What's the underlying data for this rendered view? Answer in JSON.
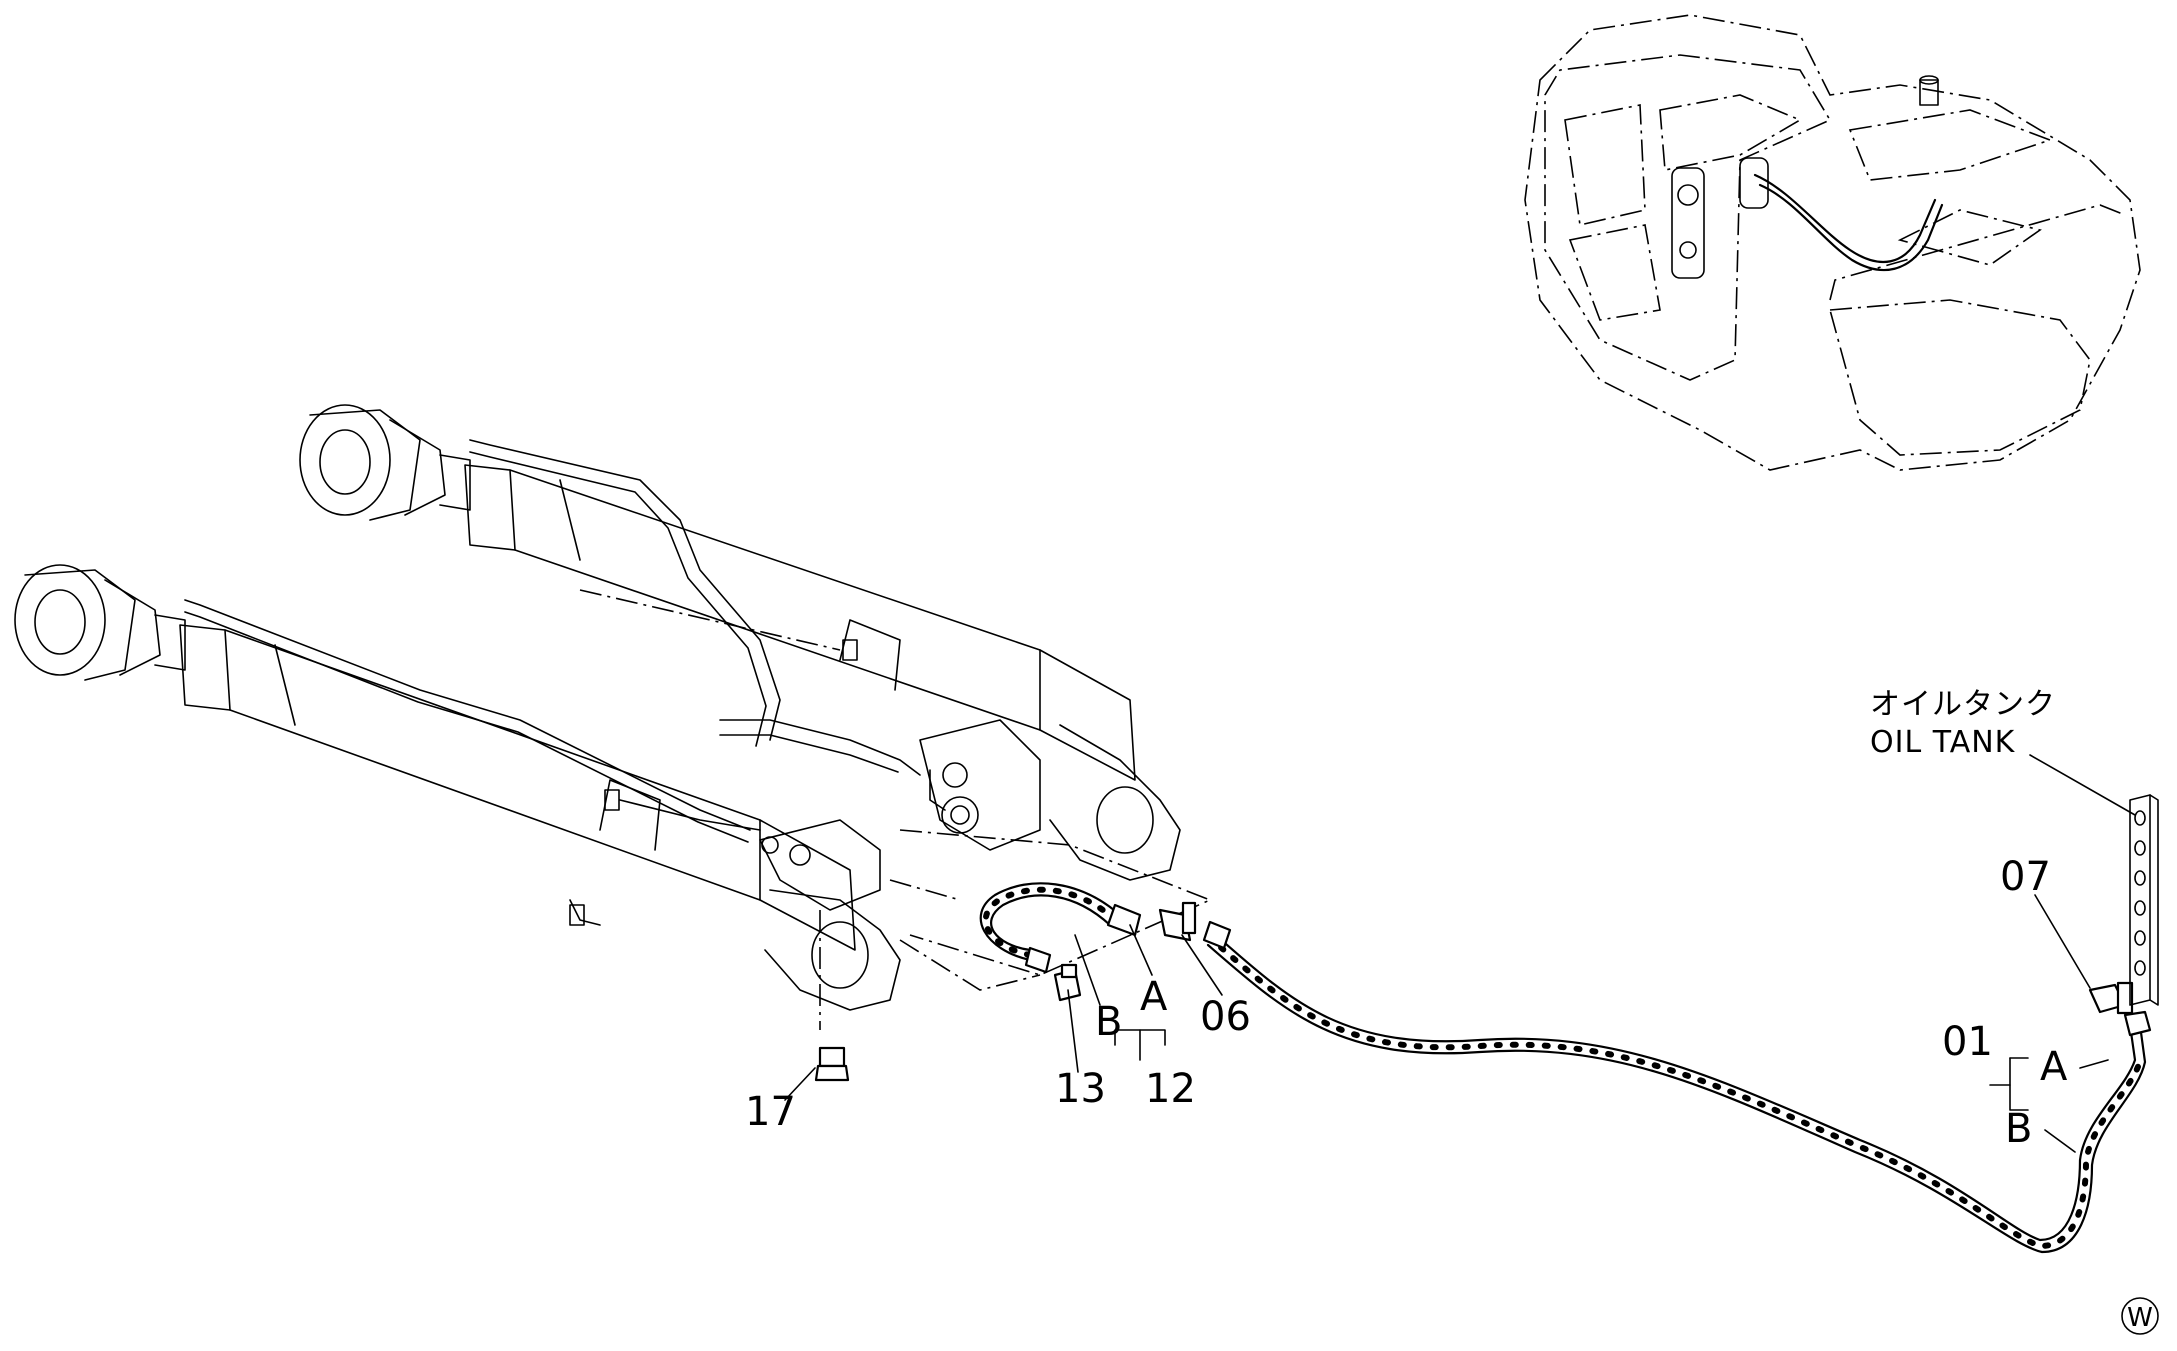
{
  "callouts": {
    "oil_tank_jp": "オイルタンク",
    "oil_tank_en": "OIL TANK",
    "part_07": "07",
    "part_01": "01",
    "part_01_a": "A",
    "part_01_b": "B",
    "part_06": "06",
    "part_12": "12",
    "part_12_a": "A",
    "part_12_b": "B",
    "part_13": "13",
    "part_17": "17",
    "corner_mark": "W"
  }
}
